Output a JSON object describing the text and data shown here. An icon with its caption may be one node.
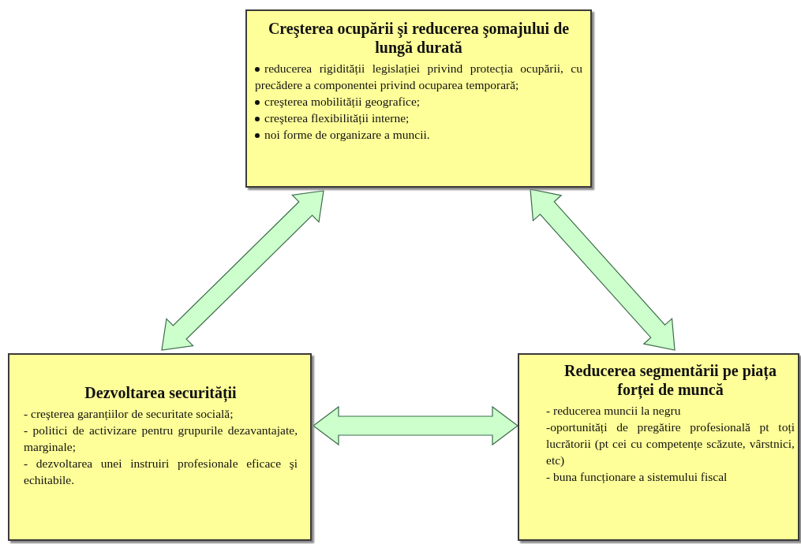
{
  "diagram": {
    "nodes": [
      {
        "text": [
          "Creşterea ocupării şi reducerea şomajului de lungă durată",
          "reducerea rigidității legislației privind protecția ocupării, cu precădere a componentei privind ocuparea temporară;",
          "creşterea mobilității geografice;",
          "creşterea flexibilității interne;",
          "noi forme de organizare a muncii."
        ]
      },
      {
        "text": [
          "Dezvoltarea securității",
          "- creşterea garanțiilor de securitate socială;",
          "- politici de activizare pentru grupurile dezavantajate, marginale;",
          "- dezvoltarea unei instruiri profesionale eficace şi echitabile."
        ]
      },
      {
        "text": [
          "Reducerea segmentării pe piața forței de muncă",
          "- reducerea muncii la negru",
          "-oportunități de pregătire profesională pt toți lucrătorii (pt cei cu competențe scăzute, vârstnici, etc)",
          "- buna funcționare a sistemului fiscal"
        ]
      }
    ],
    "edges": [
      {
        "from": 0,
        "to": 1,
        "arrow": "both",
        "style": "thick"
      },
      {
        "from": 0,
        "to": 2,
        "arrow": "both",
        "style": "thick"
      },
      {
        "from": 1,
        "to": 2,
        "arrow": "both",
        "style": "thick"
      }
    ]
  }
}
